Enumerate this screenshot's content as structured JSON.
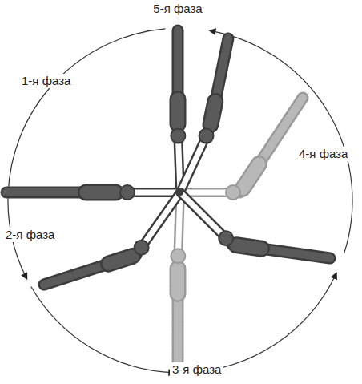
{
  "diagram": {
    "labels": [
      "5-я фаза",
      "1-я фаза",
      "2-я фаза",
      "4-я фаза",
      "3-я фаза"
    ]
  }
}
